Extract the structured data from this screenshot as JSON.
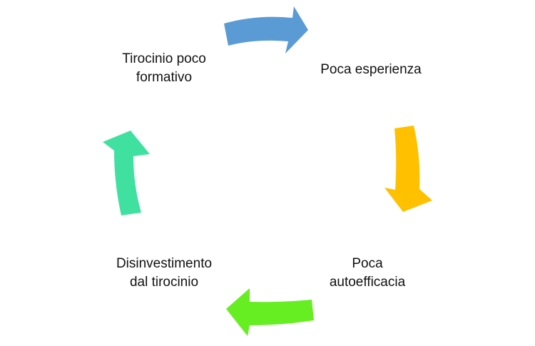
{
  "diagram": {
    "nodes": [
      {
        "lines": [
          "Tirocinio poco",
          "formativo"
        ]
      },
      {
        "lines": [
          "Poca esperienza"
        ]
      },
      {
        "lines": [
          "Poca",
          "autoefficacia"
        ]
      },
      {
        "lines": [
          "Disinvestimento",
          "dal tirocinio"
        ]
      }
    ],
    "arrows": [
      {
        "from": "Tirocinio poco formativo",
        "to": "Poca esperienza",
        "color": "#5B9BD5"
      },
      {
        "from": "Poca esperienza",
        "to": "Poca autoefficacia",
        "color": "#FFC000"
      },
      {
        "from": "Poca autoefficacia",
        "to": "Disinvestimento dal tirocinio",
        "color": "#66EE22"
      },
      {
        "from": "Disinvestimento dal tirocinio",
        "to": "Tirocinio poco formativo",
        "color": "#40E0A0"
      }
    ]
  }
}
